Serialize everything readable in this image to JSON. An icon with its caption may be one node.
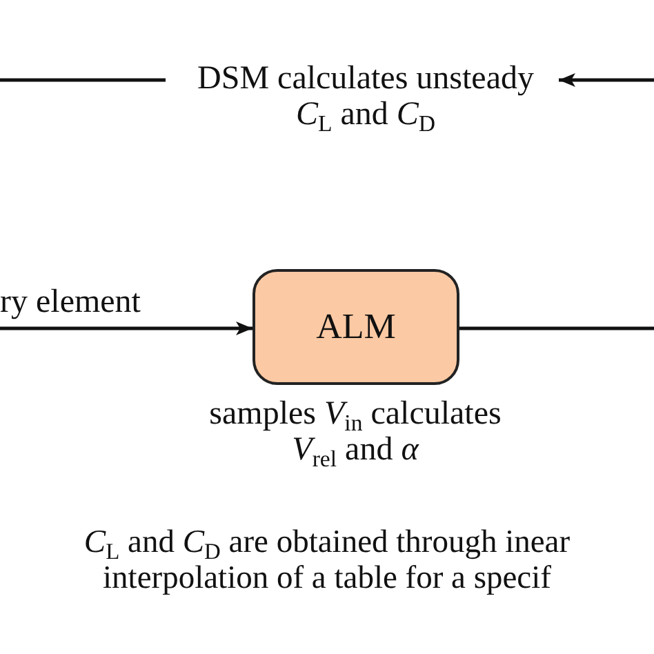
{
  "diagram": {
    "nodes": [
      {
        "text": [
          "DSM calculates unsteady *C*$_{L}$ and *C*$_{D}$"
        ]
      },
      {
        "text": [
          "ALM"
        ],
        "beside": [
          "samples *V*$_{in}$ calculates *V*$_{rel}$ and *α*"
        ]
      }
    ],
    "edges": [
      {
        "from": null,
        "to": 0,
        "arrow": "to"
      },
      {
        "from": 0,
        "to": null,
        "arrow": "none"
      },
      {
        "from": null,
        "to": 1,
        "arrow": "to",
        "label": "ry element"
      },
      {
        "from": 1,
        "to": null,
        "arrow": "none"
      }
    ],
    "labels": [
      "*C*$_{L}$ and *C*$_{D}$ are obtained through inear interpolation of a table for a specif"
    ]
  }
}
